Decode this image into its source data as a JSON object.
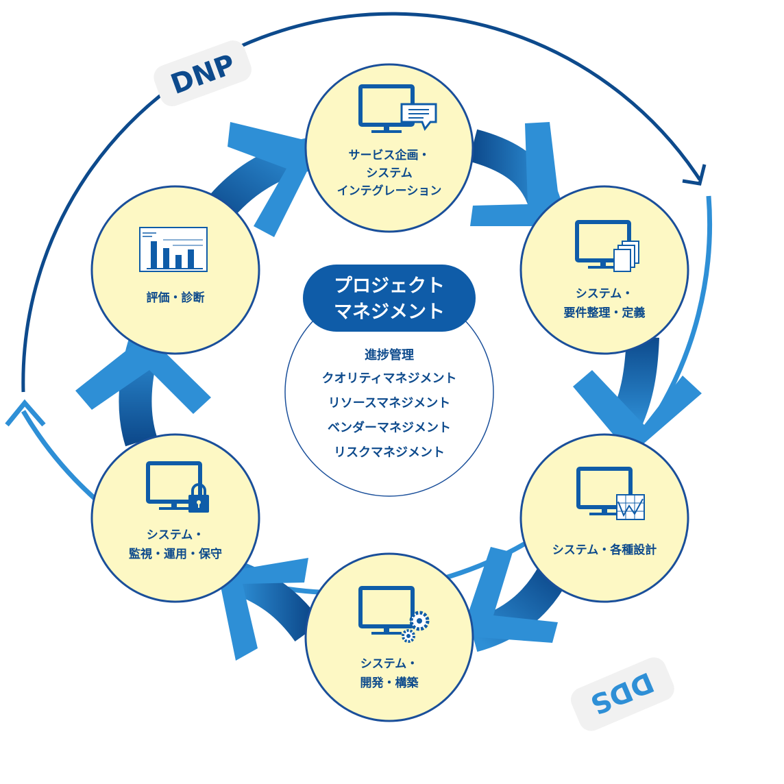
{
  "brands": {
    "top": "DNP",
    "bottom": "DDS"
  },
  "colors": {
    "node_fill": "#fdf8c4",
    "node_stroke": "#1a4f9a",
    "dark_blue": "#0d4a8c",
    "light_blue": "#2e8fd6",
    "center_pill": "#0f5ca8"
  },
  "center": {
    "title_lines": [
      "プロジェクト",
      "マネジメント"
    ],
    "items": [
      "進捗管理",
      "クオリティマネジメント",
      "リソースマネジメント",
      "ベンダーマネジメント",
      "リスクマネジメント"
    ]
  },
  "nodes": [
    {
      "id": "service-planning",
      "icon": "monitor-chat-icon",
      "lines": [
        "サービス企画・",
        "システム",
        "インテグレーション"
      ]
    },
    {
      "id": "requirements",
      "icon": "monitor-documents-icon",
      "lines": [
        "システム・",
        "要件整理・定義"
      ]
    },
    {
      "id": "design",
      "icon": "monitor-chart-icon",
      "lines": [
        "システム・各種設計"
      ]
    },
    {
      "id": "development",
      "icon": "monitor-gears-icon",
      "lines": [
        "システム・",
        "開発・構築"
      ]
    },
    {
      "id": "operations",
      "icon": "monitor-lock-icon",
      "lines": [
        "システム・",
        "監視・運用・保守"
      ]
    },
    {
      "id": "evaluation",
      "icon": "bar-chart-icon",
      "lines": [
        "評価・診断"
      ]
    }
  ]
}
